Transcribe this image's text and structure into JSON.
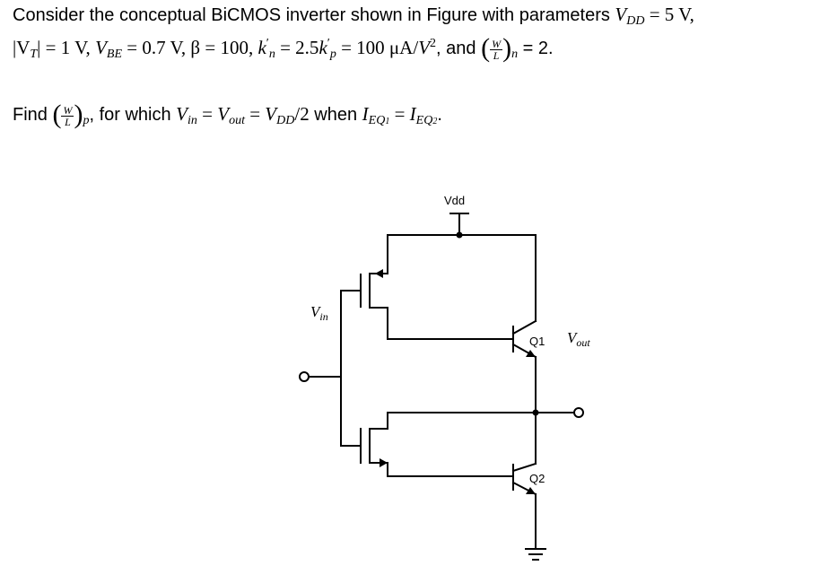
{
  "problem": {
    "line1": {
      "intro": "Consider the conceptual BiCMOS inverter shown in Figure  with parameters ",
      "vdd_sym": "V",
      "vdd_sub": "DD",
      "vdd_val": " = 5 V,"
    },
    "line2": {
      "vt": "|V",
      "vt_sub": "T",
      "vt_val": "| = 1 V, ",
      "vbe_sym": "V",
      "vbe_sub": "BE",
      "vbe_val": " = 0.7 V, β = 100, ",
      "kn_sym": "k",
      "kn_prime": "′",
      "kn_sub": "n",
      "kn_eq": " = 2.5",
      "kp_sym": "k",
      "kp_prime": "′",
      "kp_sub": "p",
      "kp_val": " = 100 μA/",
      "v_sym": "V",
      "v_sup": "2",
      "and_text": ", and ",
      "wl_num": "W",
      "wl_den": "L",
      "wl_sub": "n",
      "wl_val": "= 2."
    },
    "line3": {
      "find": "Find ",
      "wl_num": "W",
      "wl_den": "L",
      "wl_sub": "p",
      "for_text": ", for which ",
      "vin_sym": "V",
      "vin_sub": "in",
      "eq1": " = ",
      "vout_sym": "V",
      "vout_sub": "out",
      "eq2": " = ",
      "vdd_sym": "V",
      "vdd_sub": "DD",
      "div": "/2",
      "when_text": " when ",
      "i1_sym": "I",
      "i1_sub": "EQ",
      "i1_subsub": "1",
      "eq3": " = ",
      "i2_sym": "I",
      "i2_sub": "EQ",
      "i2_subsub": "2",
      "end": "."
    }
  },
  "circuit": {
    "vdd_label": "Vdd",
    "vin_label": "V",
    "vin_sub": "in",
    "q1_label": "Q1",
    "q2_label": "Q2",
    "vout_label": "V",
    "vout_sub": "out",
    "colors": {
      "wire": "#000000",
      "background": "#ffffff"
    }
  }
}
